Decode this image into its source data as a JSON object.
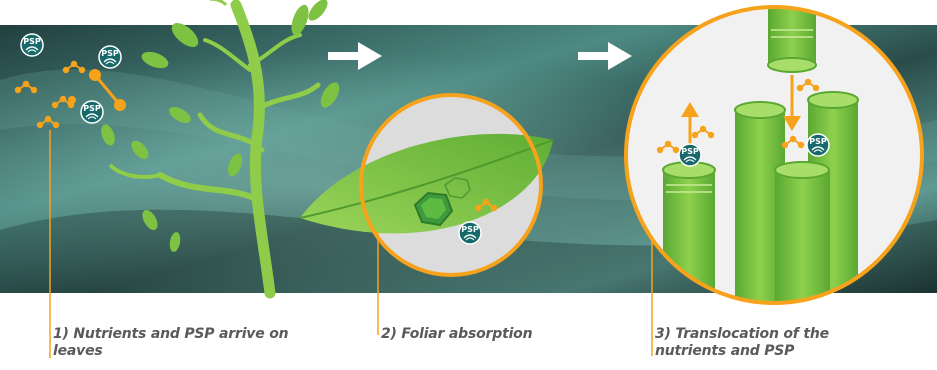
{
  "steps": [
    {
      "label": "1) Nutrients and PSP arrive on leaves"
    },
    {
      "label": "2) Foliar absorption"
    },
    {
      "label": "3) Translocation of the nutrients and PSP"
    }
  ],
  "badge_text": "PSP",
  "colors": {
    "accent_orange": "#f7a21b",
    "leaf_green": "#7dc242",
    "dark_green": "#3e8a2a",
    "badge_teal": "#17696c",
    "background_teal": "#2f5f5c"
  }
}
